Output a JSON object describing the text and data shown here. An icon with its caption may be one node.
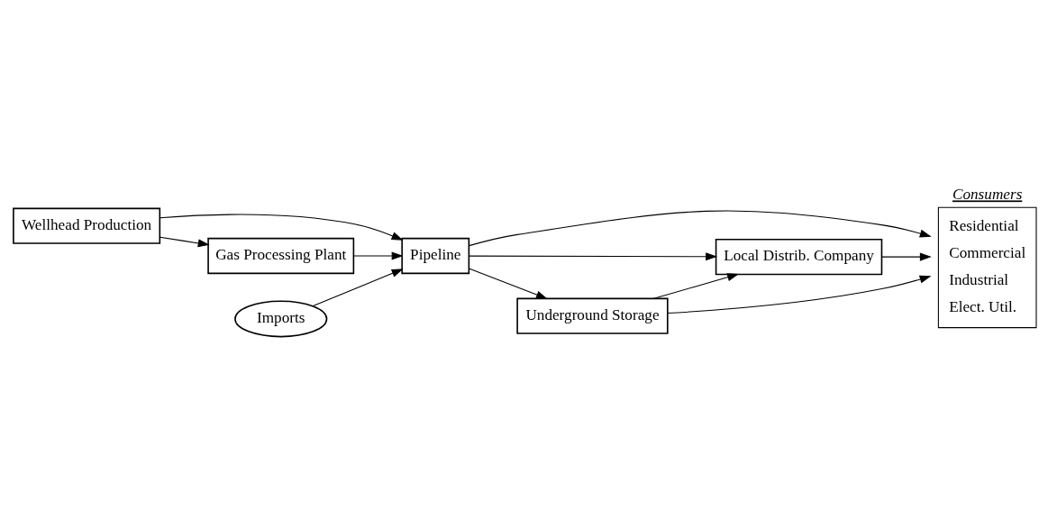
{
  "diagram": {
    "nodes": [
      {
        "text": [
          "Wellhead Production"
        ]
      },
      {
        "text": [
          "Gas Processing Plant"
        ]
      },
      {
        "text": [
          "Pipeline"
        ]
      },
      {
        "text": [
          "Local Distrib. Company"
        ]
      },
      {
        "text": [
          "Consumers",
          "Residential",
          "Commercial",
          "Industrial",
          "Elect. Util."
        ]
      },
      {
        "text": [
          "Underground Storage"
        ]
      },
      {
        "text": [
          "Imports"
        ]
      }
    ],
    "edges": [
      {
        "from": 0,
        "to": 1,
        "arrow": "to"
      },
      {
        "from": 0,
        "to": 2,
        "arrow": "to"
      },
      {
        "from": 6,
        "to": 2,
        "arrow": "to"
      },
      {
        "from": 1,
        "to": 2,
        "arrow": "to"
      },
      {
        "from": 2,
        "to": 5,
        "arrow": "to"
      },
      {
        "from": 2,
        "to": 3,
        "arrow": "to"
      },
      {
        "from": 2,
        "to": 4,
        "arrow": "to"
      },
      {
        "from": 5,
        "to": 3,
        "arrow": "to"
      },
      {
        "from": 5,
        "to": 4,
        "arrow": "to"
      },
      {
        "from": 3,
        "to": 4,
        "arrow": "to"
      }
    ]
  }
}
